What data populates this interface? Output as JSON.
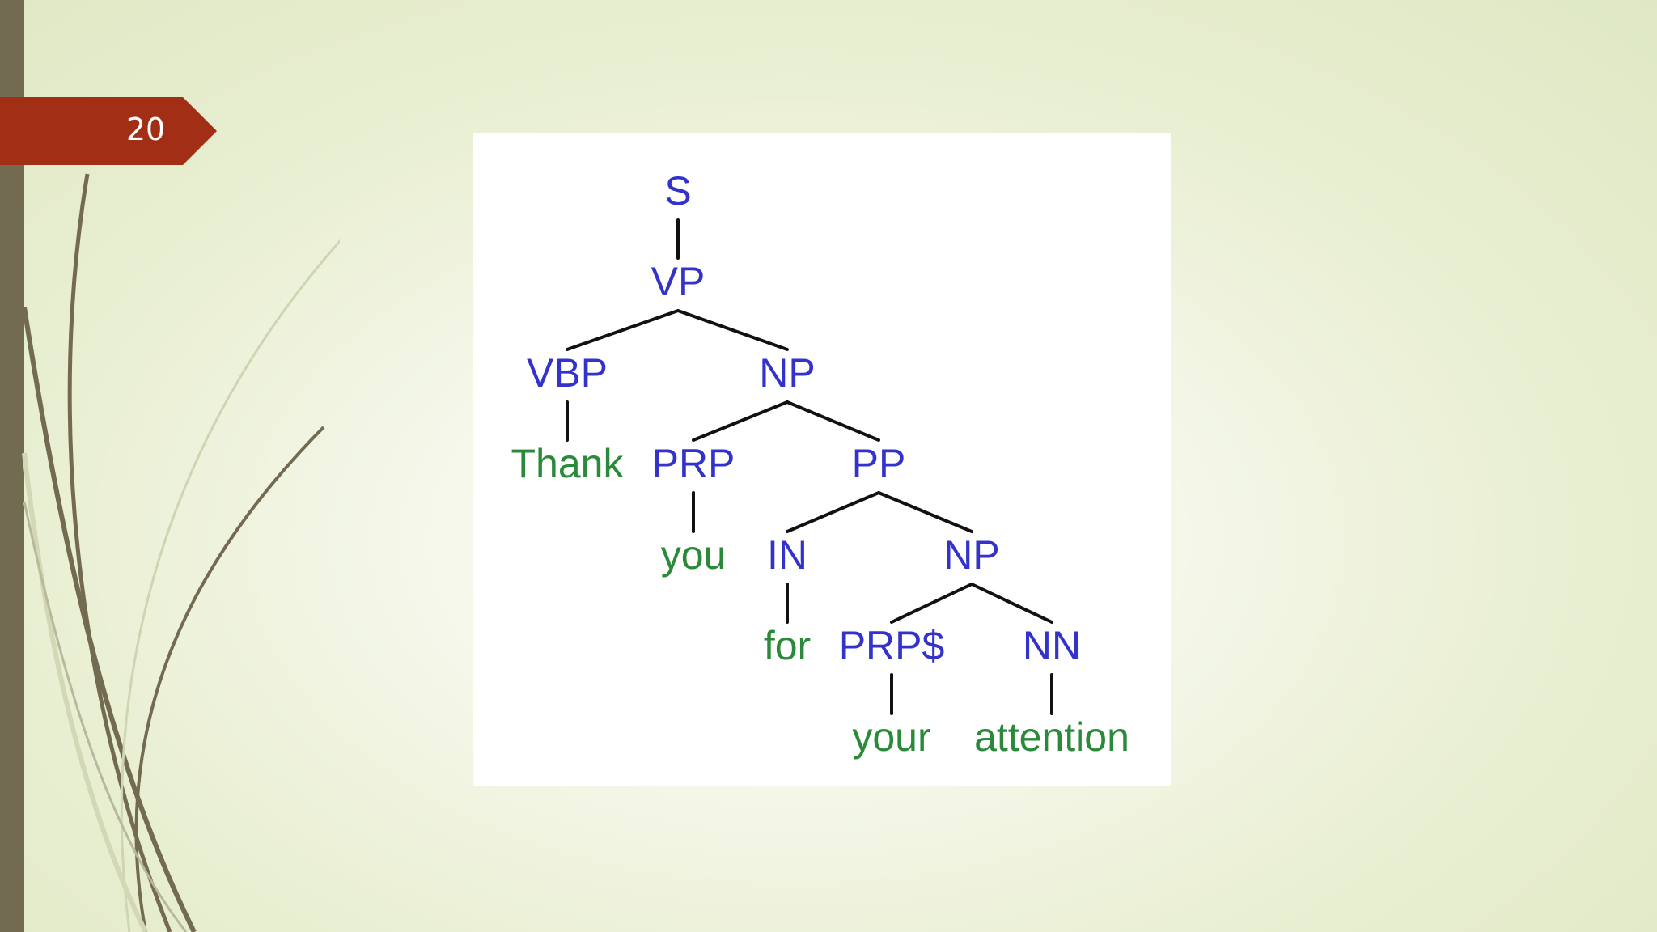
{
  "slide": {
    "page_number": "20"
  },
  "colors": {
    "accent": "#a32e16",
    "sidebar": "#736a52",
    "category_label": "#3333cc",
    "word_label": "#2a8a3a",
    "edge": "#111111"
  },
  "tree": {
    "nodes": [
      {
        "id": "s",
        "label": "S",
        "kind": "category"
      },
      {
        "id": "vp",
        "label": "VP",
        "kind": "category"
      },
      {
        "id": "vbp",
        "label": "VBP",
        "kind": "category"
      },
      {
        "id": "np1",
        "label": "NP",
        "kind": "category"
      },
      {
        "id": "w-thank",
        "label": "Thank",
        "kind": "word"
      },
      {
        "id": "prp",
        "label": "PRP",
        "kind": "category"
      },
      {
        "id": "pp",
        "label": "PP",
        "kind": "category"
      },
      {
        "id": "w-you",
        "label": "you",
        "kind": "word"
      },
      {
        "id": "in",
        "label": "IN",
        "kind": "category"
      },
      {
        "id": "np2",
        "label": "NP",
        "kind": "category"
      },
      {
        "id": "w-for",
        "label": "for",
        "kind": "word"
      },
      {
        "id": "prps",
        "label": "PRP$",
        "kind": "category"
      },
      {
        "id": "nn",
        "label": "NN",
        "kind": "category"
      },
      {
        "id": "w-your",
        "label": "your",
        "kind": "word"
      },
      {
        "id": "w-attention",
        "label": "attention",
        "kind": "word"
      }
    ],
    "edges": [
      [
        "s",
        "vp"
      ],
      [
        "vp",
        "vbp"
      ],
      [
        "vp",
        "np1"
      ],
      [
        "vbp",
        "w-thank"
      ],
      [
        "np1",
        "prp"
      ],
      [
        "np1",
        "pp"
      ],
      [
        "prp",
        "w-you"
      ],
      [
        "pp",
        "in"
      ],
      [
        "pp",
        "np2"
      ],
      [
        "in",
        "w-for"
      ],
      [
        "np2",
        "prps"
      ],
      [
        "np2",
        "nn"
      ],
      [
        "prps",
        "w-your"
      ],
      [
        "nn",
        "w-attention"
      ]
    ]
  }
}
